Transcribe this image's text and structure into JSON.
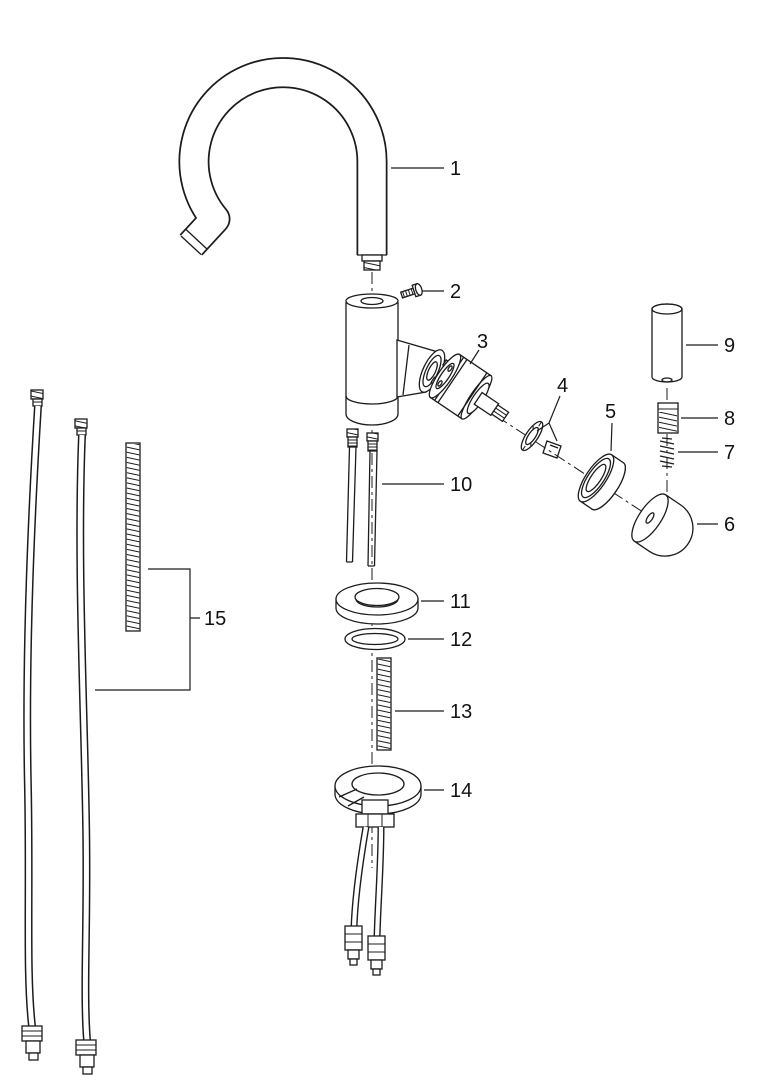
{
  "figure": {
    "part_labels": [
      "1",
      "2",
      "3",
      "4",
      "5",
      "6",
      "7",
      "8",
      "9",
      "10",
      "11",
      "12",
      "13",
      "14",
      "15"
    ]
  }
}
